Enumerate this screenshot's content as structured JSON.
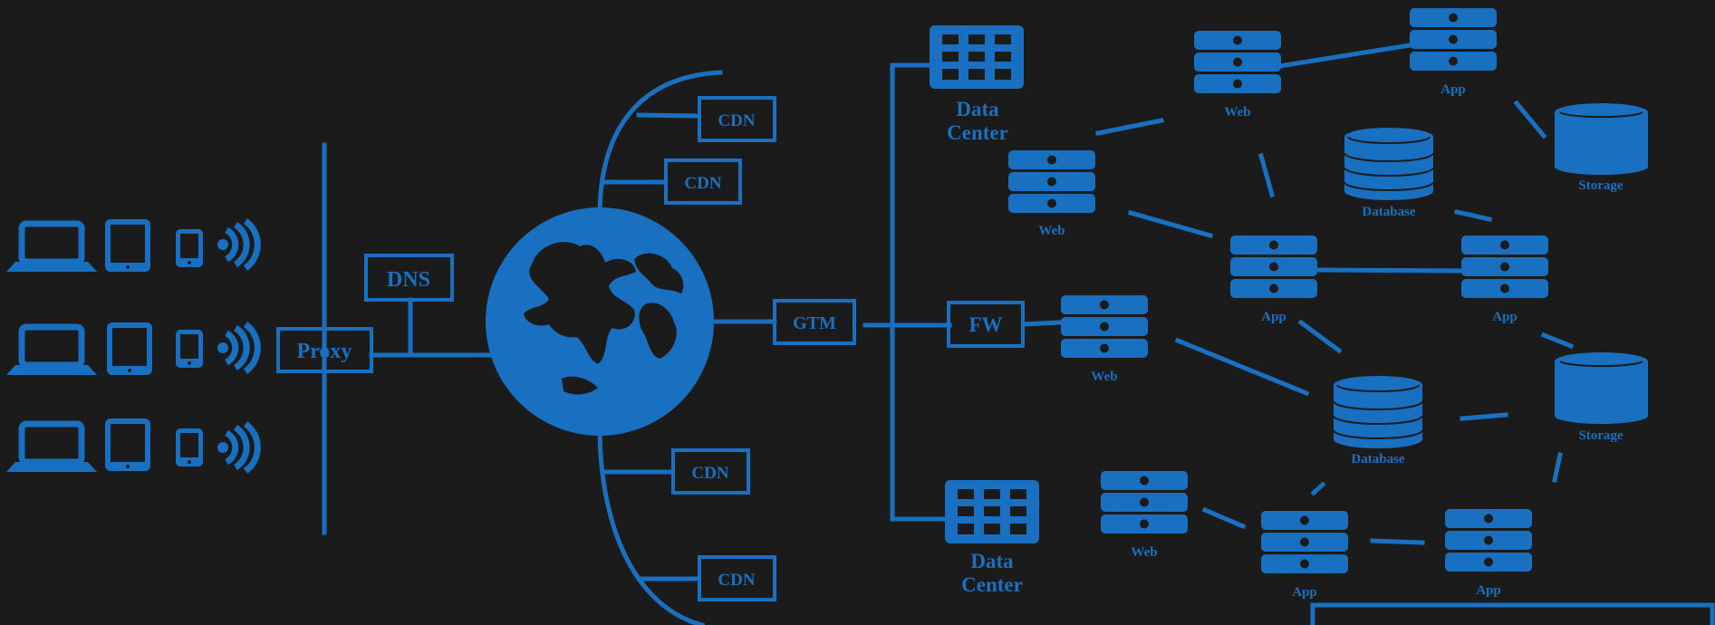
{
  "colors": {
    "background": "#1b1b1b",
    "accent": "#1a70c0"
  },
  "clients": [
    {
      "name": "client-row-1",
      "icons": [
        "laptop-icon",
        "tablet-icon",
        "phone-icon",
        "wireless-signal-icon"
      ]
    },
    {
      "name": "client-row-2",
      "icons": [
        "laptop-icon",
        "tablet-icon",
        "phone-icon",
        "wireless-signal-icon"
      ]
    },
    {
      "name": "client-row-3",
      "icons": [
        "laptop-icon",
        "tablet-icon",
        "phone-icon",
        "wireless-signal-icon"
      ]
    }
  ],
  "labels": {
    "proxy": "Proxy",
    "dns": "DNS",
    "cdn_1": "CDN",
    "cdn_2": "CDN",
    "cdn_3": "CDN",
    "cdn_4": "CDN",
    "gtm": "GTM",
    "fw": "FW",
    "dc_top_line1": "Data",
    "dc_top_line2": "Center",
    "dc_bottom_line1": "Data",
    "dc_bottom_line2": "Center"
  },
  "servers": {
    "web_top": "Web",
    "app_top": "App",
    "web_mid": "Web",
    "app_mid_left": "App",
    "app_mid_right": "App",
    "web_fw": "Web",
    "web_bottom": "Web",
    "app_bottom_left": "App",
    "app_bottom_right": "App"
  },
  "databases": {
    "db_top": "Database",
    "db_bottom": "Database"
  },
  "storage": {
    "storage_top": "Storage",
    "storage_bottom": "Storage"
  }
}
